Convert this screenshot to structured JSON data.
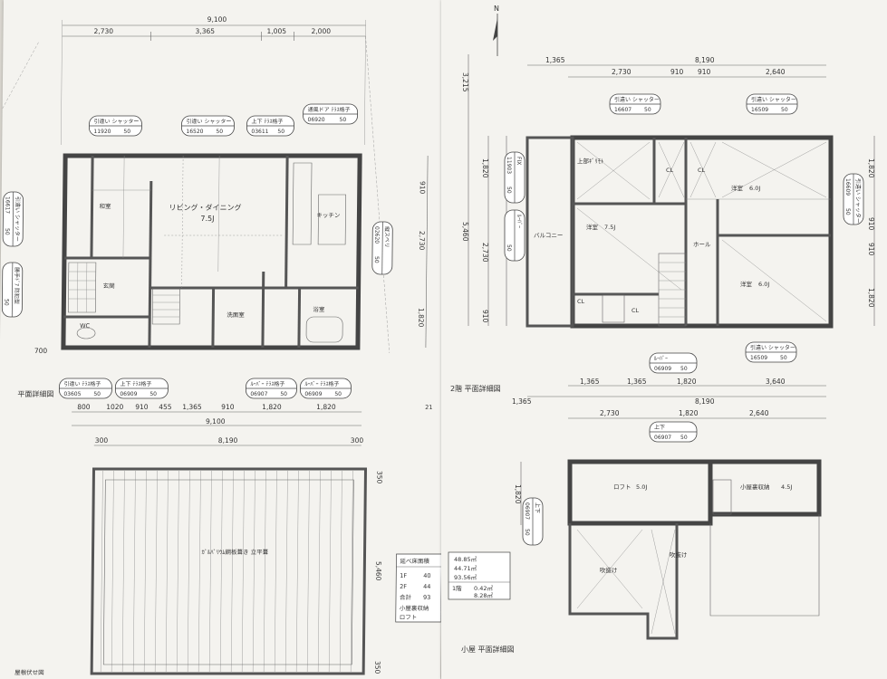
{
  "north_mark": "N",
  "floor1": {
    "title": "平面詳細図",
    "top_total": "9,100",
    "top_segments": [
      "2,730",
      "3,365",
      "1,005",
      "2,000"
    ],
    "bottom_total": "9,100",
    "bottom_segments": [
      "800",
      "1020",
      "910",
      "455",
      "1,365",
      "910",
      "1,820",
      "1,820"
    ],
    "right_dims": [
      "910",
      "2,730",
      "1,820",
      "700"
    ],
    "room_living": "リビング・ダイニング",
    "room_living_size": "7.5J",
    "room_washitsu": "和室",
    "room_kitchen": "キッチン",
    "room_wc": "WC",
    "room_genkan": "玄関",
    "room_bath": "浴室",
    "room_senmen": "洗面室",
    "tags": [
      {
        "top": "引違い シャッター",
        "code": "11920",
        "h": "50"
      },
      {
        "top": "引違い シャッター",
        "code": "16520",
        "h": "50"
      },
      {
        "top": "上下 ﾃﾗｽ格子",
        "code": "03611",
        "h": "50"
      },
      {
        "top": "通風ドア ﾃﾗｽ格子",
        "code": "06920",
        "h": "50"
      },
      {
        "top": "引違い シャッター",
        "code": "16617",
        "h": "50"
      },
      {
        "top": "勝手ﾄﾞｱ 防犯型",
        "code": "",
        "h": "50"
      },
      {
        "top": "縦スベリ",
        "code": "02620",
        "h": "50"
      },
      {
        "top": "引違い ﾃﾗｽ格子",
        "code": "03605",
        "h": "50"
      },
      {
        "top": "上下 ﾃﾗｽ格子",
        "code": "06909",
        "h": "50"
      },
      {
        "top": "ﾙｰﾊﾞｰ ﾃﾗｽ格子",
        "code": "06907",
        "h": "50"
      },
      {
        "top": "ﾙｰﾊﾞｰ ﾃﾗｽ格子",
        "code": "06909",
        "h": "50"
      }
    ],
    "page_no": "21"
  },
  "roof": {
    "title": "屋根伏せ図",
    "width": "8,190",
    "eave_left": "300",
    "eave_right": "300",
    "height": "5,460",
    "eave_top": "350",
    "eave_bottom": "350",
    "note": "ｶﾞﾙﾊﾞﾘｳﾑ鋼板葺き 立平葺"
  },
  "floor2": {
    "title": "2階  平面詳細図",
    "top_total": "8,190",
    "top_left": "1,365",
    "top_segments": [
      "2,730",
      "910",
      "910",
      "2,640"
    ],
    "bottom_total": "8,190",
    "bottom_left": "1,365",
    "bottom_segments": [
      "1,365",
      "1,365",
      "1,820",
      "3,640"
    ],
    "left_dims": [
      "3,215",
      "5,460",
      "1,820",
      "2,730",
      "910"
    ],
    "right_dims": [
      "1,820",
      "910",
      "910",
      "1,820"
    ],
    "room_yoshitsu1": "洋室",
    "room_yoshitsu1_size": "7.5J",
    "room_yoshitsu2": "洋室",
    "room_yoshitsu2_size": "6.0J",
    "room_yoshitsu3": "洋室",
    "room_yoshitsu3_size": "6.0J",
    "room_balcony": "バルコニー",
    "room_hall": "ホール",
    "room_fukinuke": "上部ｷﾞﾘﾓﾄ",
    "cl": "CL",
    "tags": [
      {
        "top": "引違い シャッター",
        "code": "16607",
        "h": "50"
      },
      {
        "top": "引違い シャッター",
        "code": "16509",
        "h": "50"
      },
      {
        "top": "FIX",
        "code": "11903",
        "h": "50"
      },
      {
        "top": "ﾙｰﾊﾞｰ",
        "code": "",
        "h": "50"
      },
      {
        "top": "引違い シャッター",
        "code": "16609",
        "h": "50"
      },
      {
        "top": "ﾙｰﾊﾞｰ",
        "code": "06909",
        "h": "50"
      },
      {
        "top": "引違い シャッター",
        "code": "16509",
        "h": "50"
      }
    ]
  },
  "loft": {
    "title": "小屋  平面詳細図",
    "top_dims": [
      "2,730",
      "1,820",
      "2,640"
    ],
    "left_dim": "1,820",
    "loft_label": "ロフト",
    "loft_size": "5.0J",
    "storage_label": "小屋裏収納",
    "storage_size": "4.5J",
    "fukinuke1": "吹抜け",
    "fukinuke2": "吹抜け",
    "window_tag": {
      "top": "上下",
      "code": "06907",
      "h": "50"
    },
    "side_tag": {
      "top": "上下",
      "code": "06907",
      "h": "50"
    }
  },
  "area_table": {
    "title": "延べ床面積",
    "rows": [
      {
        "label": "1F",
        "value": "40"
      },
      {
        "label": "2F",
        "value": "44"
      },
      {
        "label": "合計",
        "value": "93"
      },
      {
        "label": "小屋裏収納",
        "value": ""
      },
      {
        "label": "ロフト",
        "value": ""
      }
    ]
  },
  "area_table2": {
    "rows": [
      "48.85㎡",
      "44.71㎡",
      "93.56㎡"
    ],
    "rows2": [
      "0.42㎡",
      "8.28㎡"
    ],
    "label2": "1階"
  }
}
